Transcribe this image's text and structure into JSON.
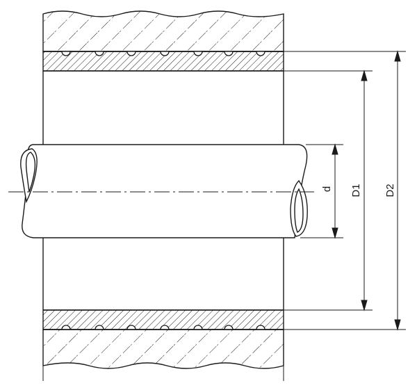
{
  "diagram": {
    "dimensions": {
      "d_label": "d",
      "D1_label": "D1",
      "D2_label": "D2"
    },
    "colors": {
      "line": "#1a1a1a",
      "background": "#ffffff"
    }
  }
}
